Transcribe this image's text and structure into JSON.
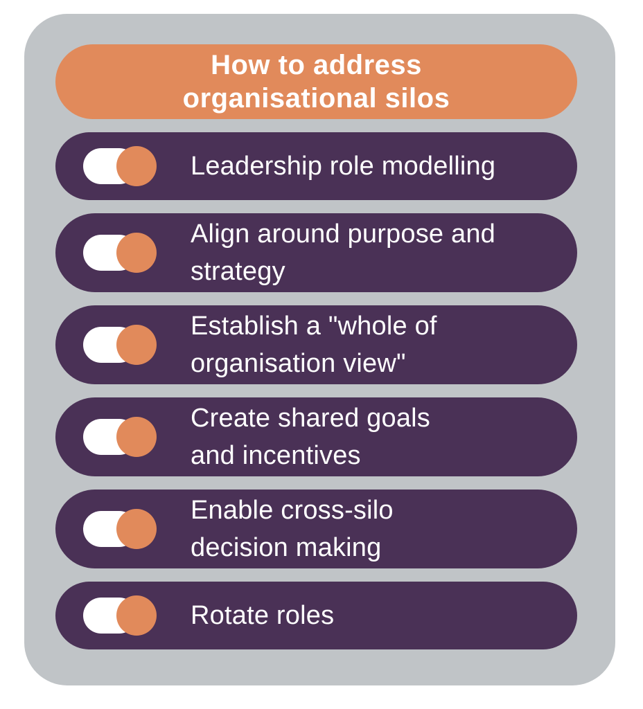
{
  "page": {
    "background_color": "#ffffff",
    "panel_color": "#c0c4c7"
  },
  "header": {
    "title": "How to address\norganisational silos",
    "background_color": "#e18a5b",
    "text_color": "#ffffff"
  },
  "toggle": {
    "state": "on",
    "track_color": "#ffffff",
    "knob_color": "#e18a5b"
  },
  "rows": [
    {
      "label": "Leadership role modelling",
      "toggle_state": "on"
    },
    {
      "label": "Align around purpose and\nstrategy",
      "toggle_state": "on"
    },
    {
      "label": "Establish a \"whole of\norganisation view\"",
      "toggle_state": "on"
    },
    {
      "label": "Create shared goals\nand incentives",
      "toggle_state": "on"
    },
    {
      "label": "Enable cross-silo\ndecision making",
      "toggle_state": "on"
    },
    {
      "label": "Rotate roles",
      "toggle_state": "on"
    }
  ],
  "colors": {
    "pill_purple": "#4a3156",
    "accent_orange": "#e18a5b",
    "panel_gray": "#c0c4c7",
    "text_white": "#ffffff"
  }
}
